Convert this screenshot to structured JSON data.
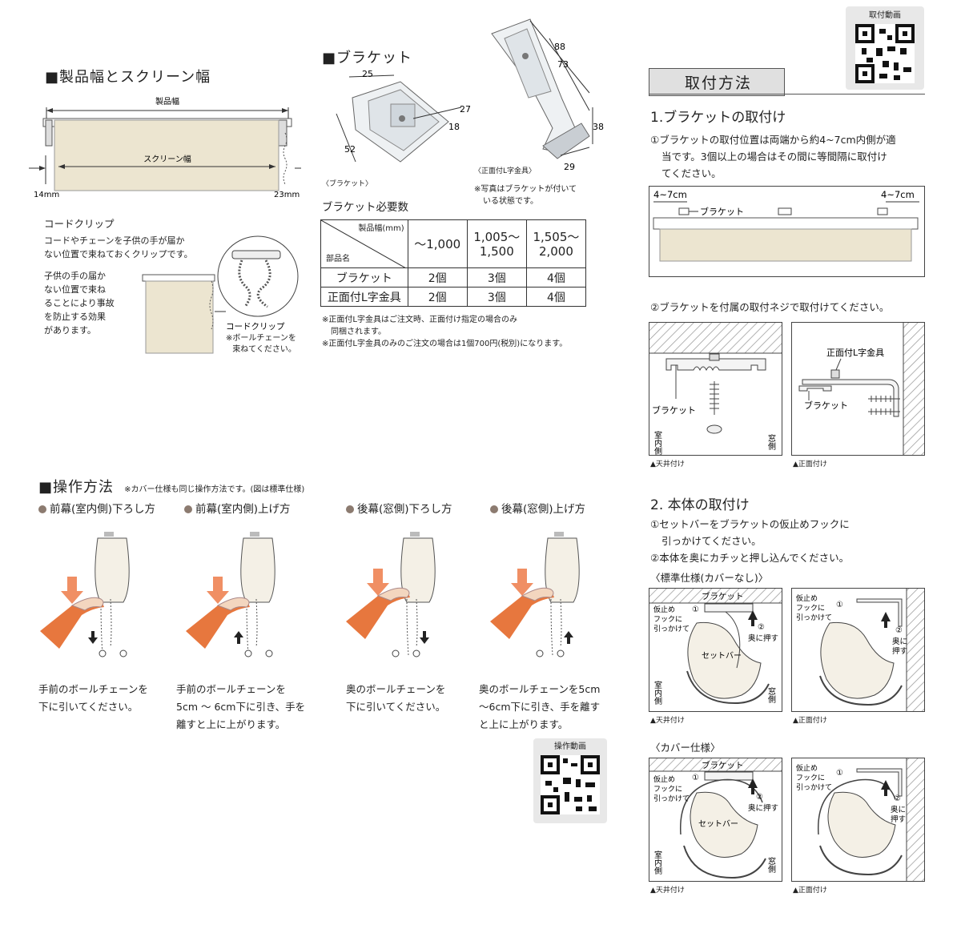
{
  "product_width": {
    "heading": "■製品幅とスクリーン幅",
    "product_width_label": "製品幅",
    "screen_width_label": "スクリーン幅",
    "left_margin": "14mm",
    "right_margin": "23mm"
  },
  "cord_clip": {
    "title": "コードクリップ",
    "desc_lines": [
      "コードやチェーンを子供の手が届か",
      "ない位置で束ねておくクリップです。"
    ],
    "child_lines": [
      "子供の手の届か",
      "ない位置で束ね",
      "ることにより事故",
      "を防止する効果",
      "があります。"
    ],
    "label": "コードクリップ",
    "note_lines": [
      "※ボールチェーンを",
      "束ねてください。"
    ]
  },
  "bracket": {
    "heading": "■ブラケット",
    "dim_25": "25",
    "dim_27": "27",
    "dim_18": "18",
    "dim_52": "52",
    "caption": "〈ブラケット〉",
    "dim_88": "88",
    "dim_73": "73",
    "dim_38": "38",
    "dim_29": "29",
    "l_caption": "〈正面付L字金具〉",
    "photo_note_lines": [
      "※写真はブラケットが付いて",
      "いる状態です。"
    ]
  },
  "required": {
    "heading": "ブラケット必要数",
    "header_product_width": "製品幅(mm)",
    "header_part": "部品名",
    "columns": [
      {
        "line1": "〜1,000",
        "line2": ""
      },
      {
        "line1": "1,005〜",
        "line2": "1,500"
      },
      {
        "line1": "1,505〜",
        "line2": "2,000"
      }
    ],
    "rows": [
      {
        "name": "ブラケット",
        "values": [
          "2個",
          "3個",
          "4個"
        ]
      },
      {
        "name": "正面付L字金具",
        "values": [
          "2個",
          "3個",
          "4個"
        ]
      }
    ],
    "notes": [
      "※正面付L字金具はご注文時、正面付け指定の場合のみ",
      "同梱されます。",
      "※正面付L字金具のみのご注文の場合は1個700円(税別)になります。"
    ]
  },
  "operation": {
    "heading": "■操作方法",
    "note": "※カバー仕様も同じ操作方法です。(図は標準仕様)",
    "steps": [
      {
        "title": "前幕(室内側)下ろし方",
        "lines": [
          "手前のボールチェーンを",
          "下に引いてください。"
        ]
      },
      {
        "title": "前幕(室内側)上げ方",
        "lines": [
          "手前のボールチェーンを",
          "5cm ～ 6cm下に引き、手を",
          "離すと上に上がります。"
        ]
      },
      {
        "title": "後幕(窓側)下ろし方",
        "lines": [
          "奥のボールチェーンを",
          "下に引いてください。"
        ]
      },
      {
        "title": "後幕(窓側)上げ方",
        "lines": [
          "奥のボールチェーンを5cm",
          "～6cm下に引き、手を離す",
          "と上に上がります。"
        ]
      }
    ],
    "video_label": "操作動画"
  },
  "install": {
    "video_label": "取付動画",
    "heading": "取付方法",
    "s1_title": "1.ブラケットの取付け",
    "s1_lines": [
      "①ブラケットの取付位置は両端から約4~7cm内側が適",
      "当です。3個以上の場合はその間に等間隔に取付け",
      "てください。"
    ],
    "dim_left": "4~7cm",
    "dim_right": "4~7cm",
    "bracket_label": "ブラケット",
    "s1_step2": "②ブラケットを付属の取付ネジで取付けてください。",
    "ceiling_bracket": "ブラケット",
    "indoor": "室内側",
    "window": "窓側",
    "ceiling_caption": "▲天井付け",
    "front_l": "正面付L字金具",
    "front_bracket": "ブラケット",
    "front_caption": "▲正面付け",
    "s2_title": "2. 本体の取付け",
    "s2_lines": [
      "①セットバーをブラケットの仮止めフックに",
      "引っかけてください。",
      "②本体を奥にカチッと押し込んでください。"
    ],
    "standard_title": "〈標準仕様(カバーなし)〉",
    "cover_title": "〈カバー仕様〉",
    "d_bracket": "ブラケット",
    "d_hook": [
      "仮止め",
      "フックに",
      "引っかけて"
    ],
    "d_push": [
      "奥に押す"
    ],
    "d_push_v": [
      "奥に",
      "押す"
    ],
    "d_setbar": "セットバー",
    "d_one": "①",
    "d_two": "②",
    "d_ceiling": "▲天井付け",
    "d_front": "▲正面付け"
  },
  "colors": {
    "accent_arrow": "#f08f64",
    "arm": "#e7773e",
    "hand": "#f3d6bf",
    "screen": "#ece5d0",
    "dot": "#8c7b70"
  }
}
